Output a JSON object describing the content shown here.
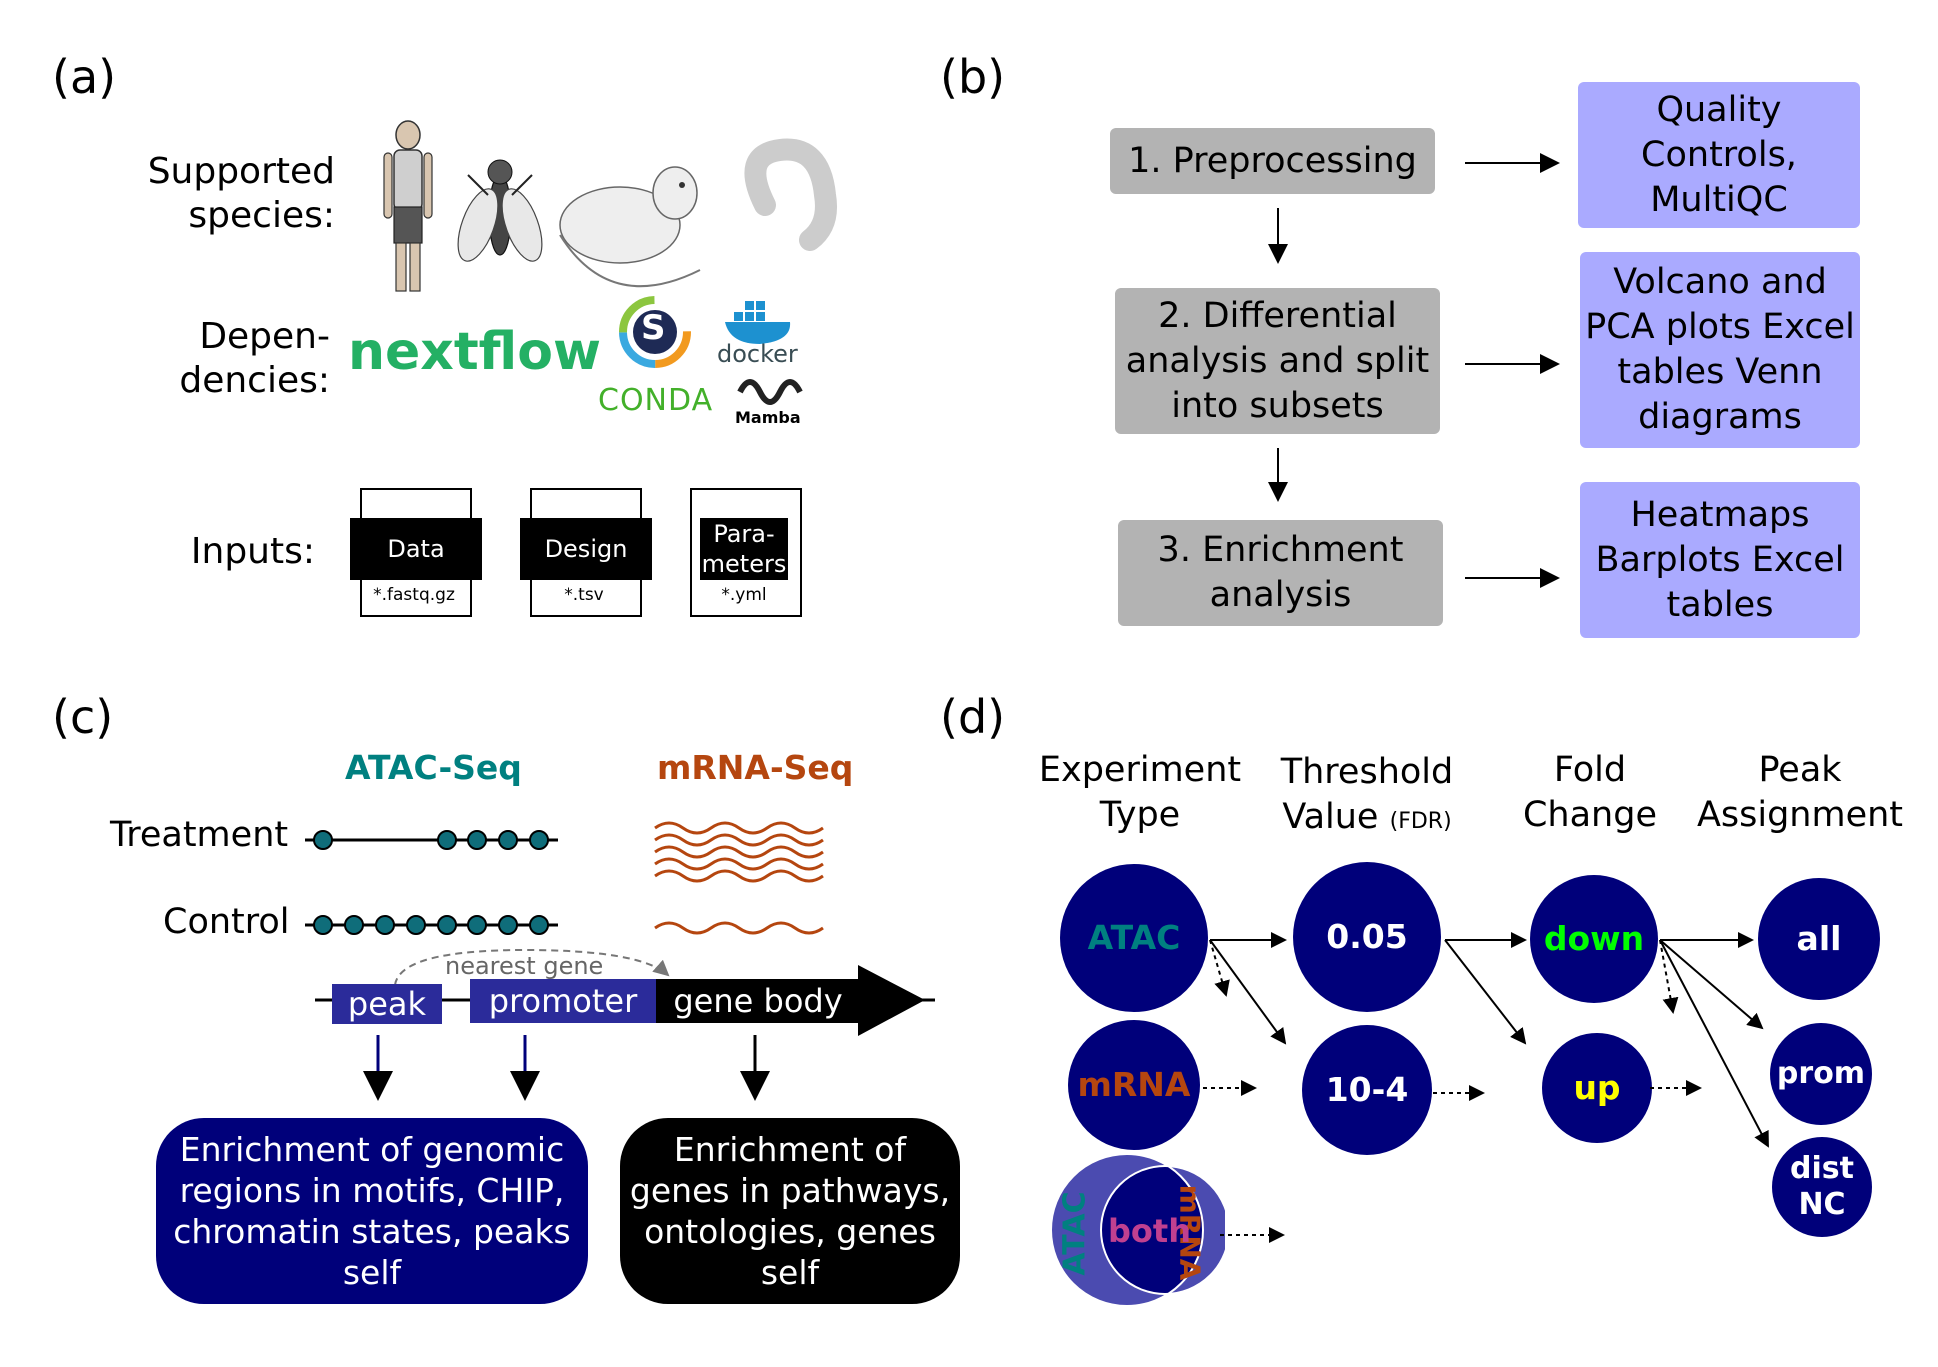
{
  "panel_a": {
    "label": "(a)",
    "species_label": "Supported species:",
    "species_icons": [
      "human-icon",
      "fly-icon",
      "mouse-icon",
      "worm-icon"
    ],
    "deps_label": "Depen- dencies:",
    "nextflow_text": "nextflow",
    "conda_text": "CONDA",
    "docker_text": "docker",
    "mamba_text": "Mamba",
    "singularity_text": "S",
    "inputs_label": "Inputs:",
    "files": [
      {
        "name": "Data",
        "ext": "*.fastq.gz"
      },
      {
        "name": "Design",
        "ext": "*.tsv"
      },
      {
        "name": "Para- meters",
        "ext": "*.yml"
      }
    ]
  },
  "panel_b": {
    "label": "(b)",
    "steps": [
      "1. Preprocessing",
      "2. Differential analysis and split into subsets",
      "3. Enrichment analysis"
    ],
    "outputs": [
      "Quality Controls, MultiQC",
      "Volcano and PCA plots Excel tables Venn diagrams",
      "Heatmaps Barplots Excel tables"
    ]
  },
  "panel_c": {
    "label": "(c)",
    "atac_title": "ATAC-Seq",
    "mrna_title": "mRNA-Seq",
    "treatment": "Treatment",
    "control": "Control",
    "nearest_gene": "nearest gene",
    "peak": "peak",
    "promoter": "promoter",
    "gene_body": "gene body",
    "enrich_regions": "Enrichment of genomic regions in motifs, CHIP, chromatin states, peaks self",
    "enrich_genes": "Enrichment of genes in pathways, ontologies, genes self"
  },
  "panel_d": {
    "label": "(d)",
    "headers": {
      "experiment": "Experiment Type",
      "threshold": "Threshold Value",
      "threshold_small": "(FDR)",
      "fold": "Fold Change",
      "peak": "Peak Assignment"
    },
    "atac": "ATAC",
    "mrna": "mRNA",
    "both": "both",
    "venn_atac": "ATAC",
    "venn_mrna": "mRNA",
    "fdr1": "0.05",
    "fdr2": "10-4",
    "down": "down",
    "up": "up",
    "all": "all",
    "prom": "prom",
    "dist": "dist NC"
  },
  "colors": {
    "navy": "#00007a",
    "atac_teal": "#008080",
    "mrna_orange": "#b5460f",
    "grey_box": "#b3b3b3",
    "purple_box": "#aaaaff",
    "down_green": "#00ff00",
    "up_yellow": "#ffff00",
    "nextflow_green": "#24b064"
  }
}
